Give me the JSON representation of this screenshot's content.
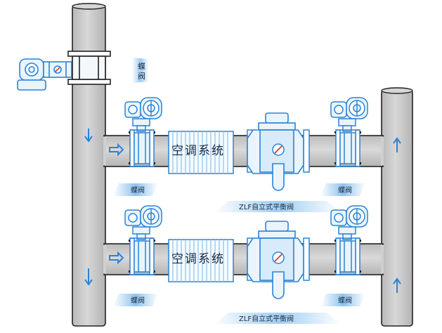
{
  "labels": {
    "ac_unit": "空调系统",
    "valve_butterfly": "蝶阀",
    "valve_zlf": "ZLF自立式平衡阀",
    "top_butterfly_vertical": [
      "蝶",
      "阀"
    ]
  },
  "colors": {
    "pipe_fill": "#c9c9c9",
    "pipe_stroke": "#222222",
    "valve_blue": "#2a84d6",
    "valve_light": "#e9f4fc",
    "label_bg_blue": "#7ab8ea",
    "arrow_blue": "#2a84d6",
    "coil_line": "#b7d9f3"
  },
  "icons": {
    "flow_down": "arrow-down-icon",
    "flow_up": "arrow-up-icon",
    "flow_right": "arrow-right-icon"
  }
}
